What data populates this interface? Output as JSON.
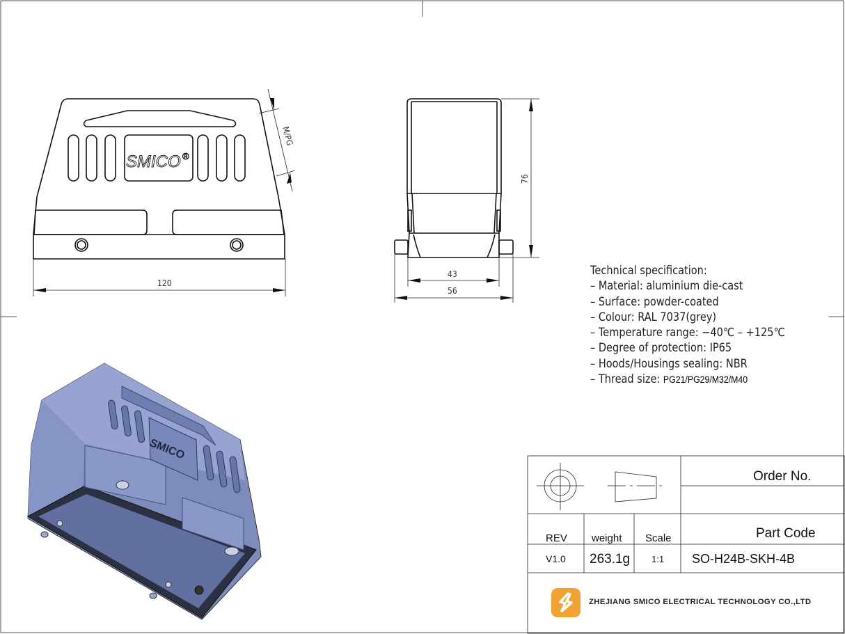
{
  "drawing": {
    "front_view": {
      "brand": "SMICO",
      "brand_mark": "®",
      "width_dim": "120",
      "thread_dim": "M/PG"
    },
    "side_view": {
      "height_dim": "76",
      "inner_width_dim": "43",
      "outer_width_dim": "56"
    },
    "iso_view": {
      "brand": "SMICO"
    }
  },
  "spec": {
    "title": "Technical specification:",
    "items": [
      "–  Material: aluminium die-cast",
      "–  Surface: powder-coated",
      "–  Colour: RAL 7037(grey)",
      "–  Temperature range: −40℃  –  +125℃",
      "–  Degree of protection: IP65",
      "–  Hoods/Housings sealing: NBR"
    ],
    "thread_label": "–  Thread size: ",
    "thread_value": "PG21/PG29/M32/M40"
  },
  "title_block": {
    "order_no_label": "Order No.",
    "order_no_value": "",
    "rev_label": "REV",
    "weight_label": "weight",
    "scale_label": "Scale",
    "part_code_label": "Part Code",
    "rev_value": "V1.0",
    "weight_value": "263.1g",
    "scale_value": "1:1",
    "part_code_value": "SO-H24B-SKH-4B",
    "company": "ZHEJIANG SMICO ELECTRICAL TECHNOLOGY CO.,LTD",
    "logo_color": "#f0a232"
  }
}
